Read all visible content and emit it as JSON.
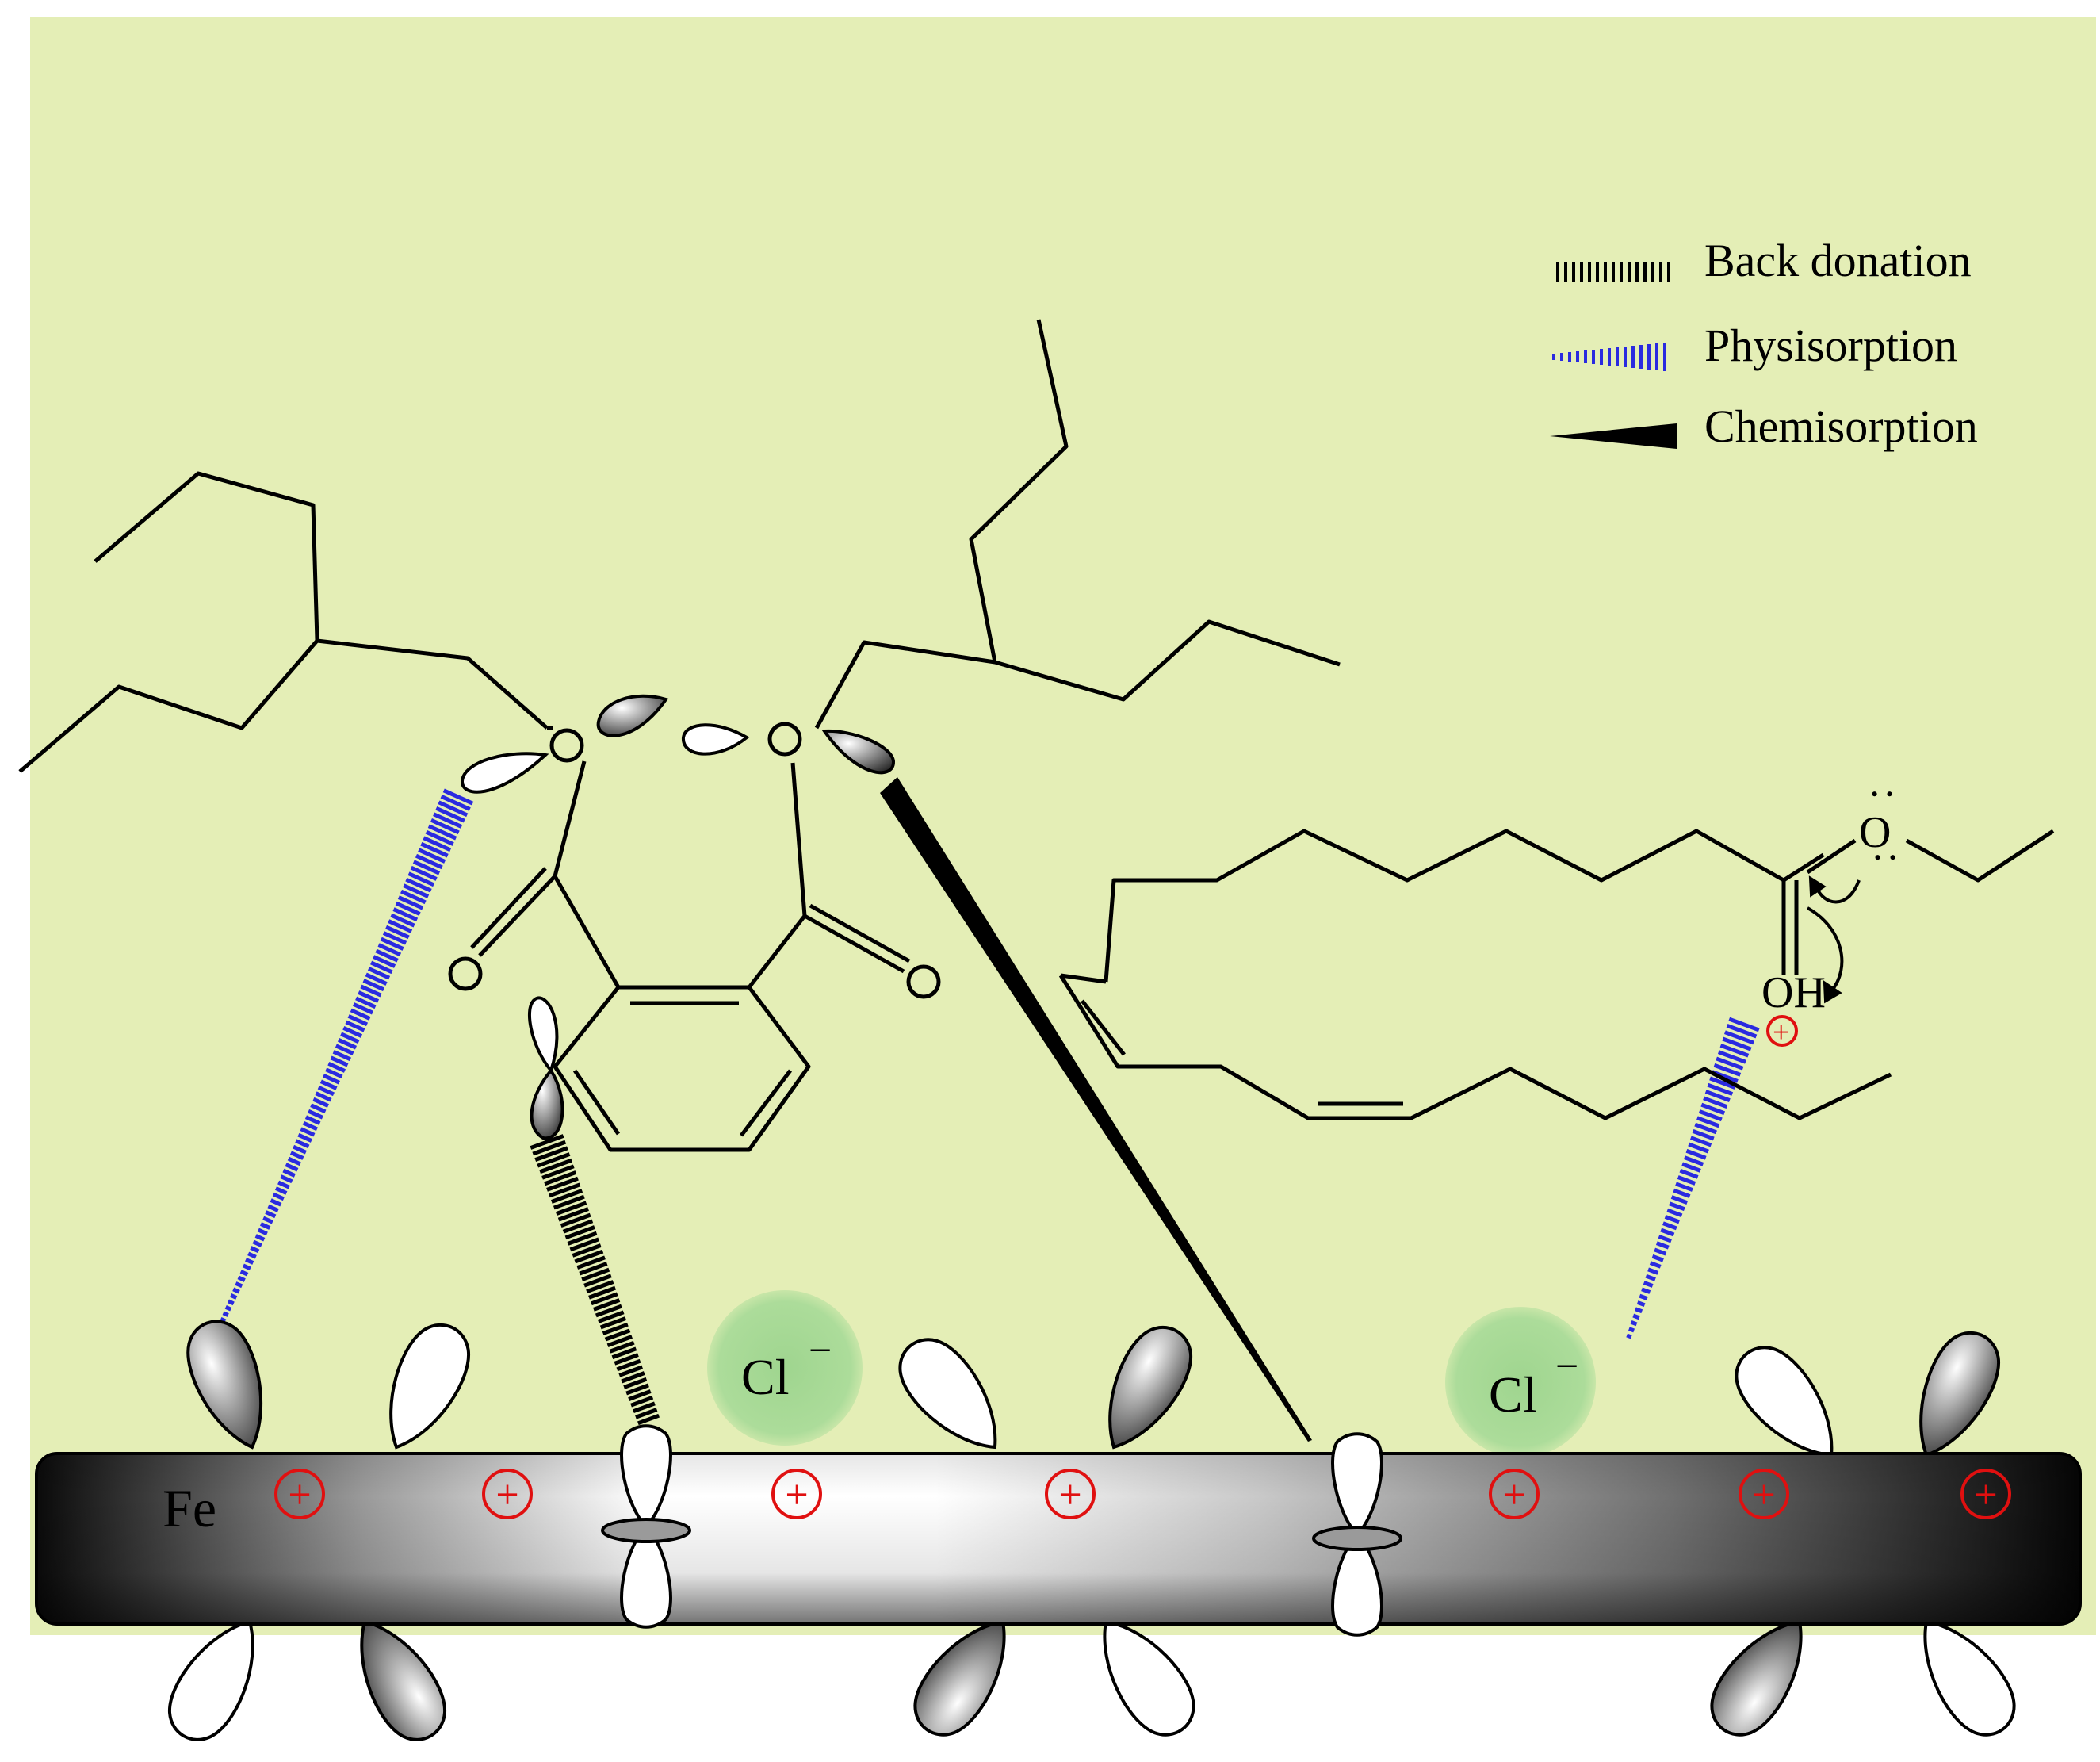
{
  "legend": {
    "back_donation": "Back donation",
    "physisorption": "Physisorption",
    "chemisorption": "Chemisorption"
  },
  "labels": {
    "metal": "Fe",
    "chloride_1": "Cl",
    "chloride_2": "Cl",
    "chloride_charge": "−",
    "oxygen": "O",
    "hydroxyl": "OH",
    "cation_charge": "+",
    "lone_pair": ":"
  },
  "colors": {
    "background": "#e4eeb6",
    "physisorption": "#3a3ae0",
    "chemisorption": "#000000",
    "charge": "#e01010",
    "chloride_glow": "#a8d898"
  }
}
